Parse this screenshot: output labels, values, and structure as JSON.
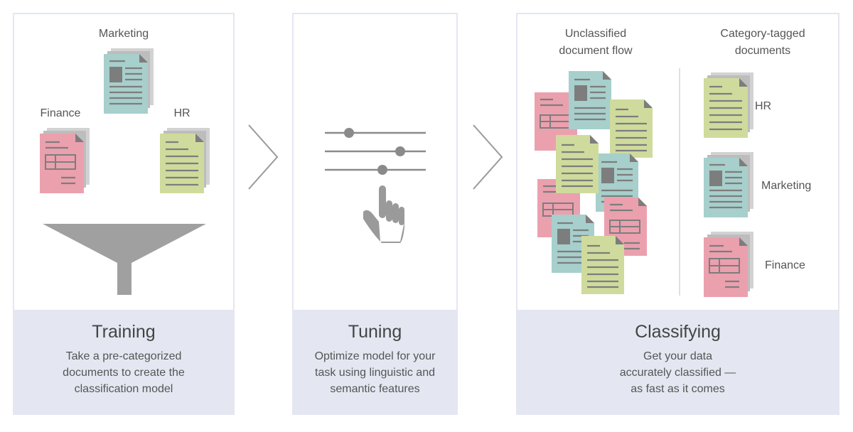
{
  "training": {
    "title": "Training",
    "desc": [
      "Take a pre-categorized",
      "documents to create the",
      "classification model"
    ],
    "labels": {
      "marketing": "Marketing",
      "finance": "Finance",
      "hr": "HR"
    }
  },
  "tuning": {
    "title": "Tuning",
    "desc": [
      "Optimize model for your",
      "task using linguistic and",
      "semantic features"
    ]
  },
  "classifying": {
    "title": "Classifying",
    "desc": [
      "Get your data",
      "accurately classified —",
      "as fast as it comes"
    ],
    "unclassified_label": [
      "Unclassified",
      "document flow"
    ],
    "tagged_label": [
      "Category-tagged",
      "documents"
    ],
    "categories": [
      "HR",
      "Marketing",
      "Finance"
    ]
  },
  "colors": {
    "panel_border": "#e4e7f1",
    "caption_bg": "#e4e7f1",
    "marketing_doc": "#a7cfcc",
    "finance_doc": "#eba0ae",
    "hr_doc": "#cfdb9c",
    "icon_gray": "#8a8a8a"
  },
  "icons": [
    "document-icon",
    "funnel-icon",
    "slider-icon",
    "hand-pointer-icon",
    "chevron-right-icon"
  ]
}
